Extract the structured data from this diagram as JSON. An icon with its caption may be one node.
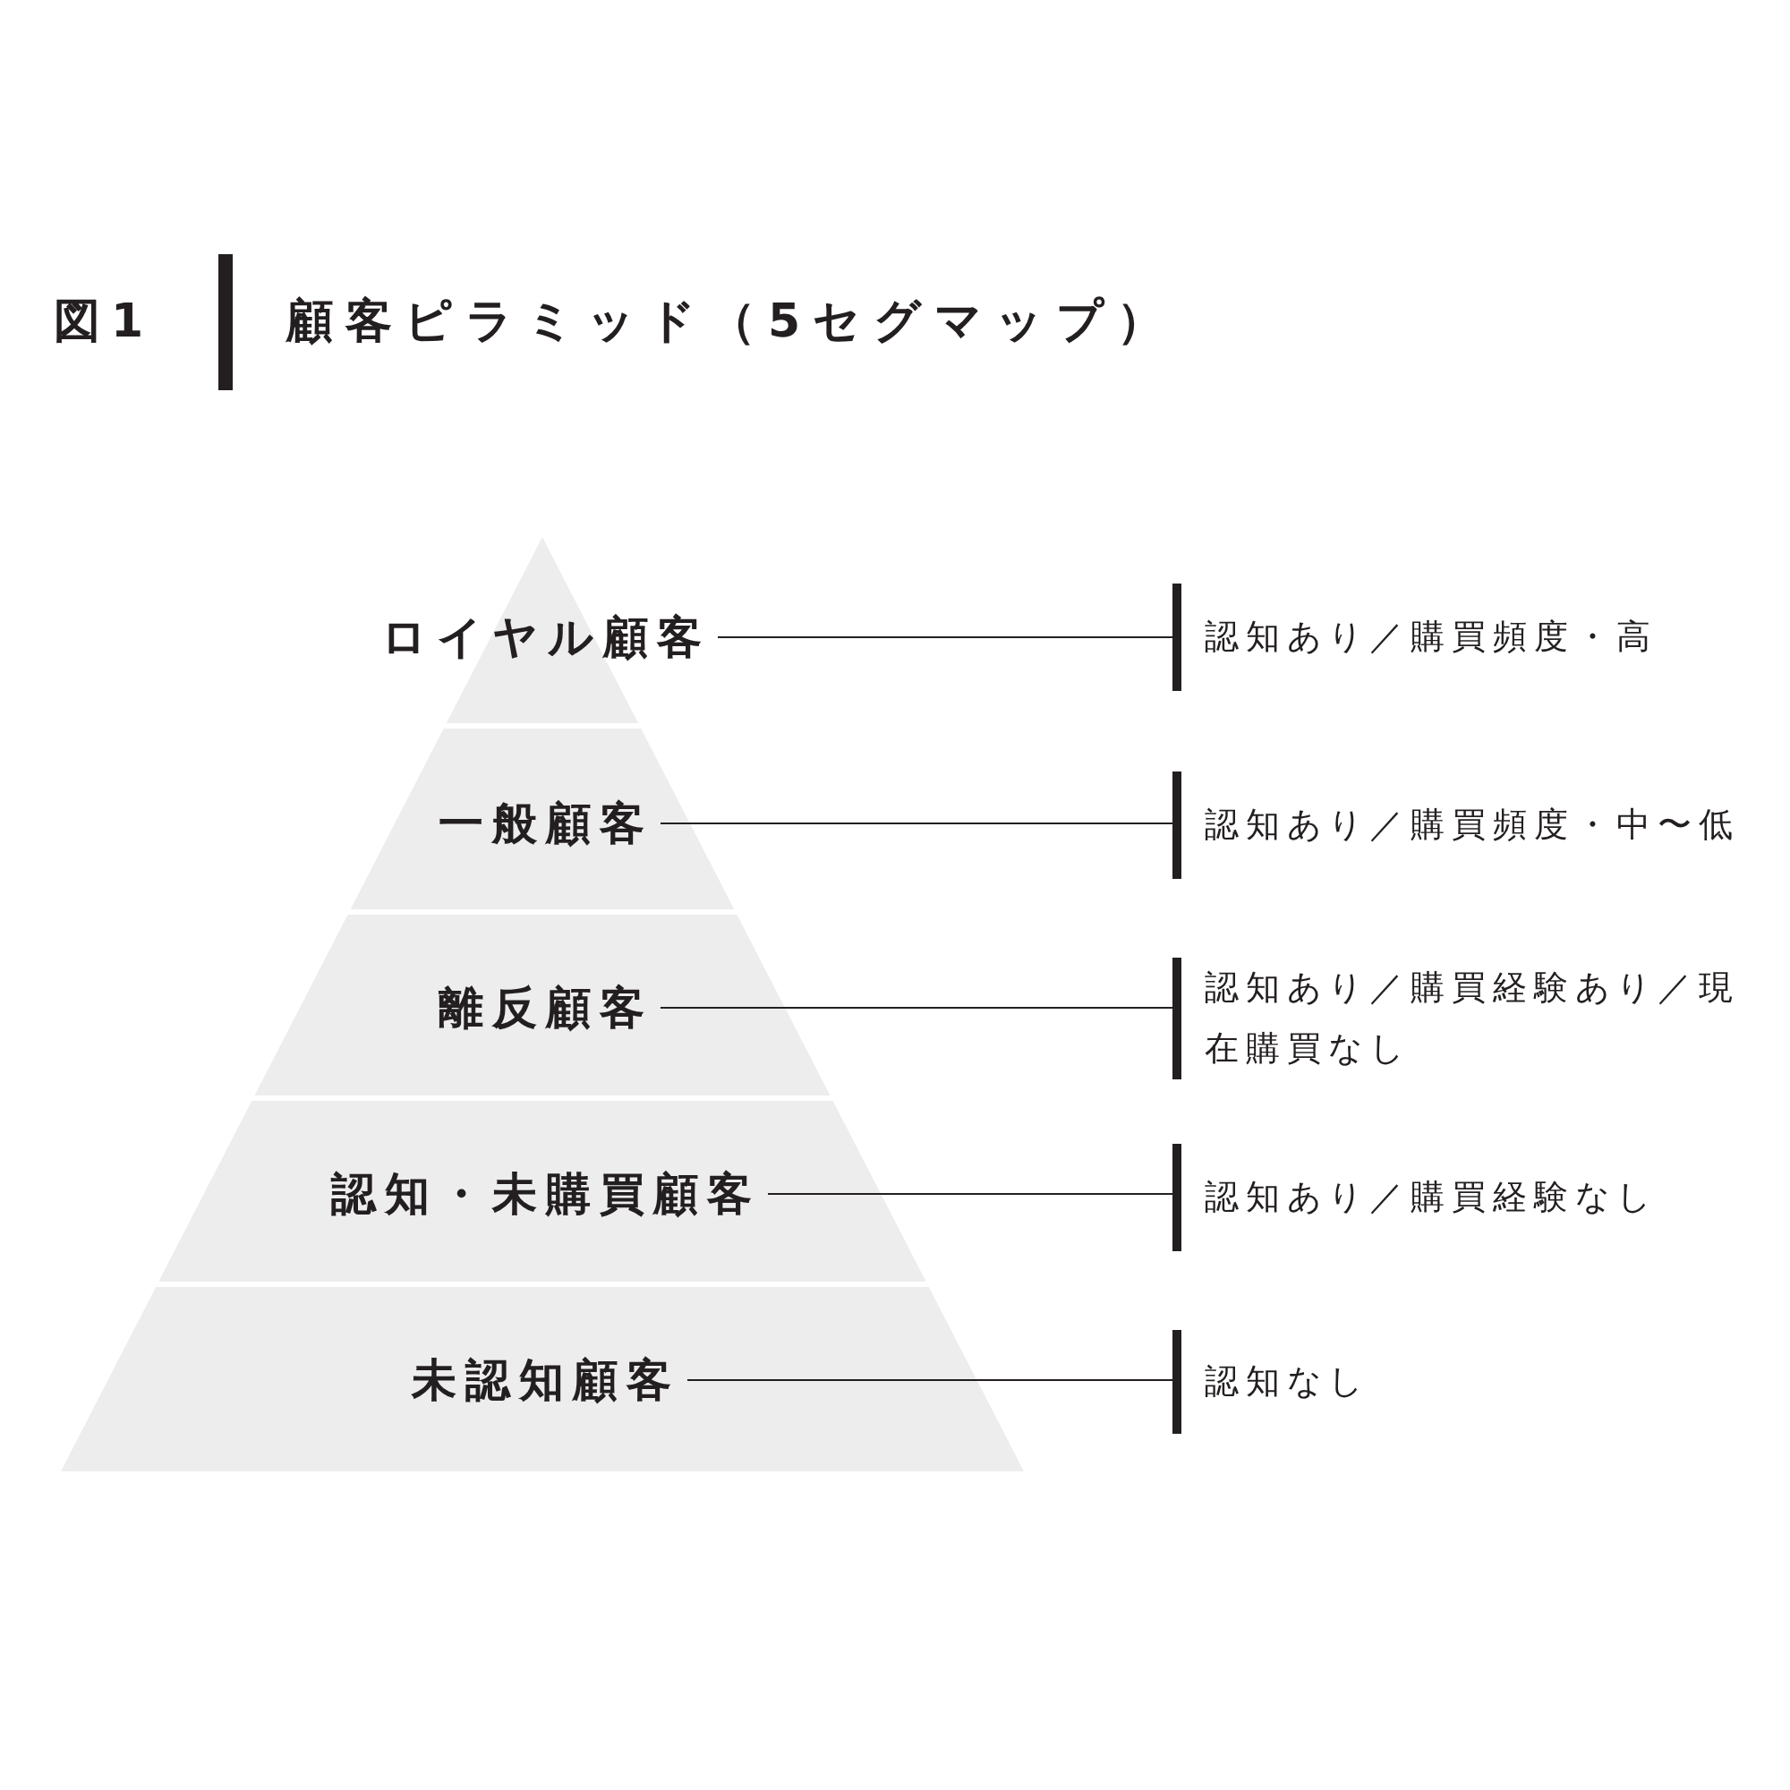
{
  "diagram": {
    "title": "顧客ピラミッド（5セグマップ）",
    "labels": [
      "図1"
    ],
    "nodes": [
      {
        "text": [
          "ロイヤル顧客"
        ]
      },
      {
        "text": [
          "一般顧客"
        ]
      },
      {
        "text": [
          "離反顧客"
        ]
      },
      {
        "text": [
          "認知・未購買顧客"
        ]
      },
      {
        "text": [
          "未認知顧客"
        ]
      },
      {
        "text": [
          "認知あり／購買頻度・高"
        ]
      },
      {
        "text": [
          "認知あり／購買頻度・中〜低"
        ]
      },
      {
        "text": [
          "認知あり／購買経験あり／現在購買なし"
        ]
      },
      {
        "text": [
          "認知あり／購買経験なし"
        ]
      },
      {
        "text": [
          "認知なし"
        ]
      }
    ],
    "edges": [
      {
        "from": 0,
        "to": 5,
        "arrow": "none"
      },
      {
        "from": 1,
        "to": 6,
        "arrow": "none"
      },
      {
        "from": 2,
        "to": 7,
        "arrow": "none"
      },
      {
        "from": 3,
        "to": 8,
        "arrow": "none"
      },
      {
        "from": 4,
        "to": 9,
        "arrow": "none"
      }
    ]
  }
}
